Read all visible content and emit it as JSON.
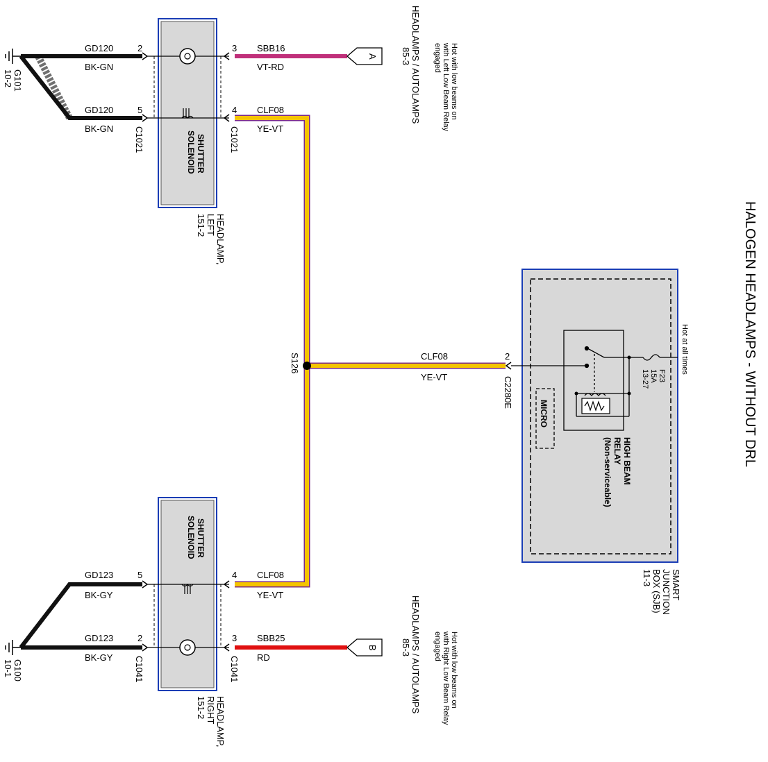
{
  "title": "HALOGEN HEADLAMPS - WITHOUT DRL",
  "colors": {
    "ground_wire": "#111111",
    "violet_red_wire": "#c0307a",
    "red_wire": "#e01010",
    "yellow_wire": "#f5c400",
    "violet_stripe": "#7a2a8a",
    "component_fill": "#d8d8d8",
    "frame_blue": "#1a3db5"
  },
  "grounds": {
    "top": {
      "name": "G101",
      "ref": "10-2"
    },
    "bottom": {
      "name": "G100",
      "ref": "10-1"
    }
  },
  "left_headlamp": {
    "label_line1": "HEADLAMP,",
    "label_line2": "LEFT",
    "label_line3": "151-2",
    "solenoid_line1": "SHUTTER",
    "solenoid_line2": "SOLENOID",
    "connector_in": "C1021",
    "connector_out": "C1021",
    "pin_lamp_ground": "2",
    "pin_solenoid_ground": "5",
    "pin_lamp_power": "3",
    "pin_solenoid_power": "4",
    "ground_circuit_1": "GD120",
    "ground_color_1": "BK-GN",
    "ground_circuit_2": "GD120",
    "ground_color_2": "BK-GN",
    "power_circuit": "SBB16",
    "power_color": "VT-RD",
    "solenoid_circuit": "CLF08",
    "solenoid_color": "YE-VT",
    "feed_tag": "A",
    "feed_dest_line1": "HEADLAMPS / AUTOLAMPS",
    "feed_dest_line2": "85-3",
    "feed_note_line1": "Hot with low beams on",
    "feed_note_line2": "with Left Low Beam Relay",
    "feed_note_line3": "engaged"
  },
  "right_headlamp": {
    "label_line1": "HEADLAMP,",
    "label_line2": "RIGHT",
    "label_line3": "151-2",
    "solenoid_line1": "SHUTTER",
    "solenoid_line2": "SOLENOID",
    "connector_in": "C1041",
    "connector_out": "C1041",
    "pin_lamp_ground": "2",
    "pin_solenoid_ground": "5",
    "pin_lamp_power": "3",
    "pin_solenoid_power": "4",
    "ground_circuit_1": "GD123",
    "ground_color_1": "BK-GY",
    "ground_circuit_2": "GD123",
    "ground_color_2": "BK-GY",
    "power_circuit": "SBB25",
    "power_color": "RD",
    "solenoid_circuit": "CLF08",
    "solenoid_color": "YE-VT",
    "feed_tag": "B",
    "feed_dest_line1": "HEADLAMPS / AUTOLAMPS",
    "feed_dest_line2": "85-3",
    "feed_note_line1": "Hot with low beams on",
    "feed_note_line2": "with Right Low Beam Relay",
    "feed_note_line3": "engaged"
  },
  "splice": {
    "name": "S126"
  },
  "center_wire": {
    "circuit": "CLF08",
    "color": "YE-VT",
    "pin": "2",
    "connector": "C2280E"
  },
  "sjb": {
    "label_line1": "SMART",
    "label_line2": "JUNCTION",
    "label_line3": "BOX (SJB)",
    "label_line4": "11-3",
    "hot_note": "Hot at all times",
    "fuse_line1": "F23",
    "fuse_line2": "15A",
    "fuse_line3": "13-27",
    "relay_line1": "HIGH BEAM",
    "relay_line2": "RELAY",
    "relay_line3": "(Non-serviceable)",
    "micro": "MICRO"
  }
}
